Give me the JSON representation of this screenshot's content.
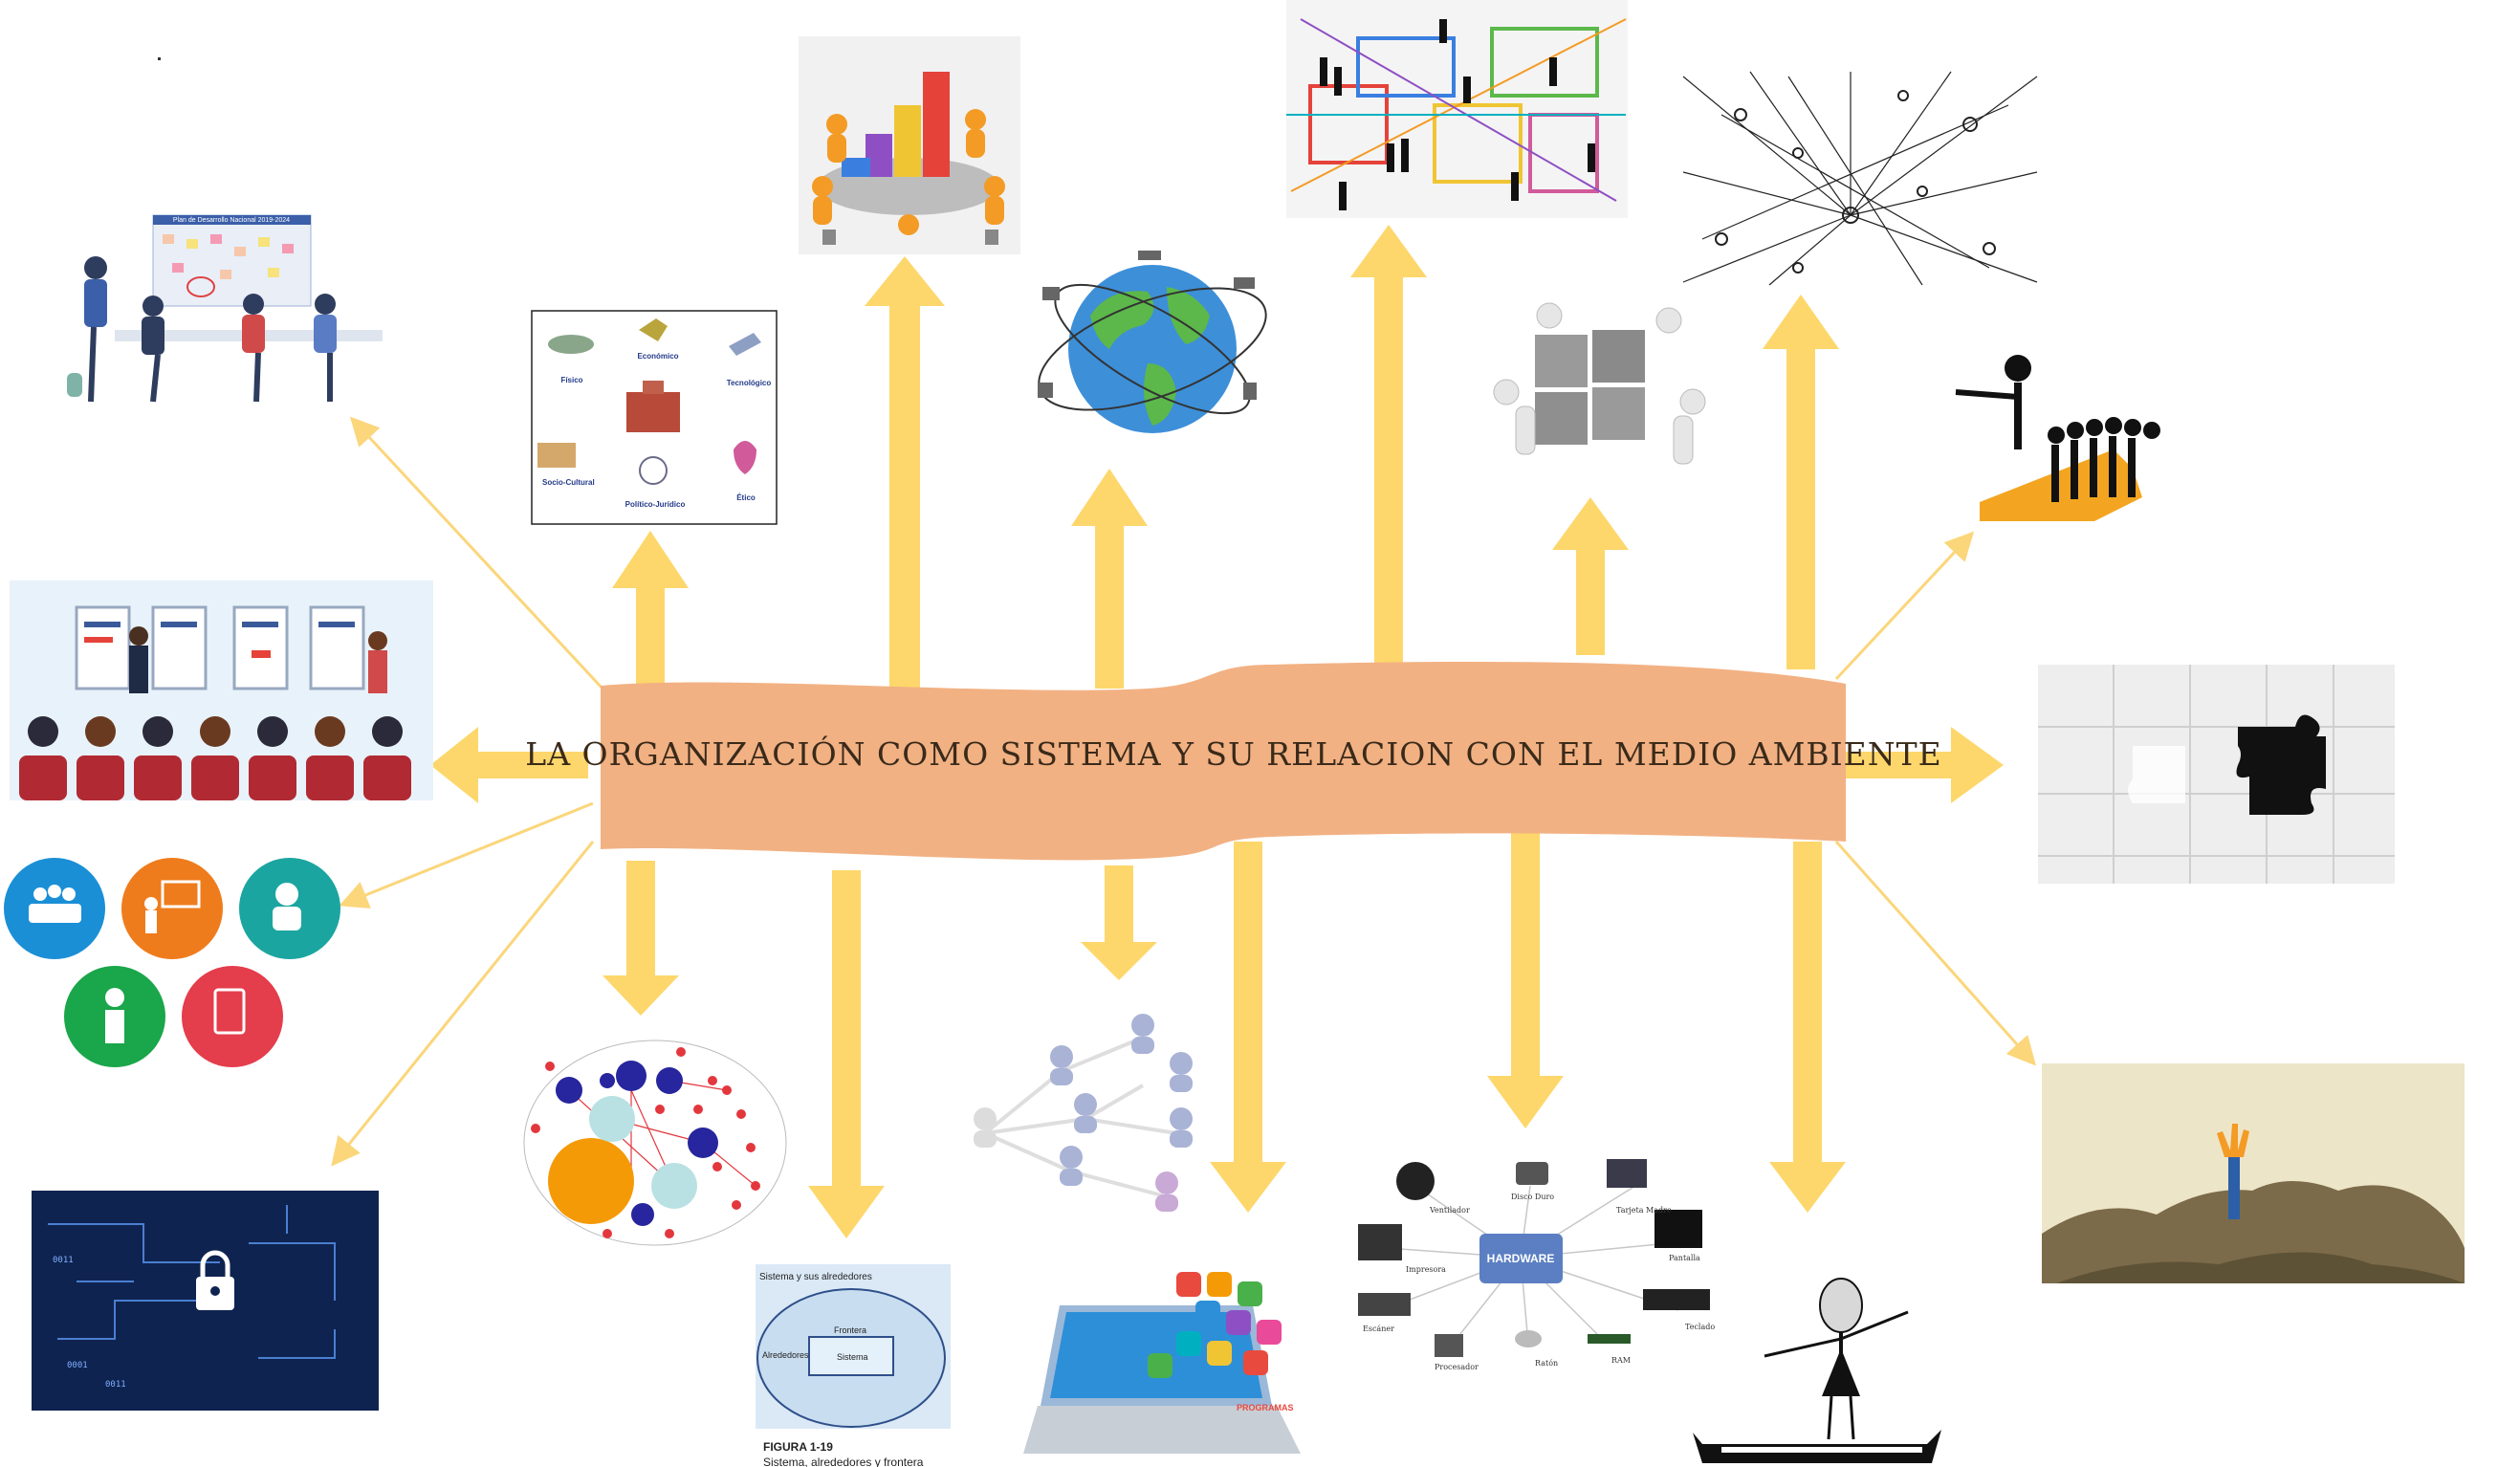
{
  "title": "LA ORGANIZACIÓN COMO SISTEMA Y SU RELACION CON EL MEDIO AMBIENTE",
  "colors": {
    "banner": "#f2b183",
    "arrow": "#fdd76b",
    "thin_arrow": "#fbd67a"
  },
  "tiles": {
    "plan": {
      "header": "Plan de Desarrollo Nacional 2019-2024",
      "icon": "team-planning-board-illustration"
    },
    "environment": {
      "labels": [
        "Físico",
        "Económico",
        "Tecnológico",
        "Socio-Cultural",
        "Político-Jurídico",
        "Ético"
      ]
    },
    "meeting": {
      "icon": "orange-figures-meeting-chart"
    },
    "globe": {
      "icon": "world-globe-icon"
    },
    "network_people": {
      "icon": "colored-network-people"
    },
    "web_network": {
      "icon": "black-web-network"
    },
    "puzzle_people": {
      "icon": "people-puzzle-pieces"
    },
    "leader": {
      "icon": "leader-arrow-followers"
    },
    "presentation": {
      "icon": "presentation-audience"
    },
    "hr_icons": {
      "icon": "hr-circle-icons"
    },
    "puzzle_missing": {
      "icon": "missing-puzzle-piece"
    },
    "circuit": {
      "icon": "digital-lock-circuit"
    },
    "bubbles": {
      "icon": "bubble-network-diagram"
    },
    "system_figure": {
      "title": "Sistema y sus alrededores",
      "frontera": "Frontera",
      "alrededores": "Alrededores",
      "sistema": "Sistema",
      "figure_label": "FIGURA 1-19",
      "caption": "Sistema, alrededores y frontera"
    },
    "user_network": {
      "icon": "user-network-graph"
    },
    "laptop": {
      "icon": "laptop-apps",
      "label": "PROGRAMAS"
    },
    "hardware": {
      "center": "HARDWARE",
      "parts": [
        "Ventilador",
        "Disco Duro",
        "Tarjeta Madre",
        "Impresora",
        "Pantalla",
        "Escáner",
        "Procesador",
        "Ratón",
        "RAM",
        "Teclado"
      ]
    },
    "balance": {
      "icon": "balance-figure"
    },
    "trash": {
      "icon": "waste-pile-hand"
    }
  }
}
